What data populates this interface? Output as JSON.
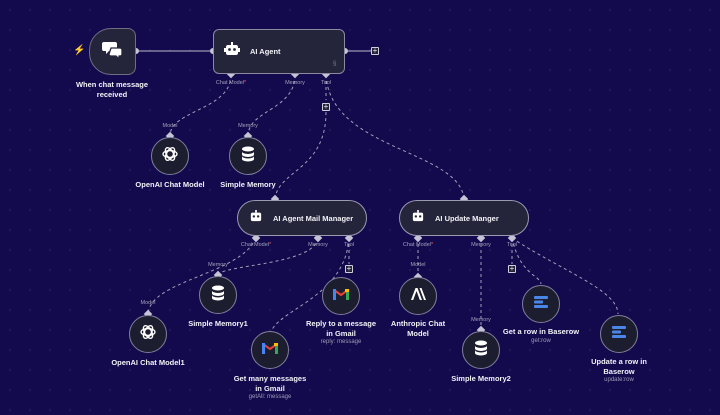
{
  "trigger": {
    "label": "When chat message\nreceived",
    "icon": "chat-bubbles-icon"
  },
  "ai_agent": {
    "title": "AI Agent",
    "badge": "§",
    "ports": {
      "model": "Chat Model",
      "memory": "Memory",
      "tool": "Tool"
    }
  },
  "sub_agents": {
    "mail_manager": {
      "title": "AI Agent Mail Manager",
      "ports": {
        "model": "Chat Model",
        "memory": "Memory",
        "tool": "Tool"
      }
    },
    "update_manager": {
      "title": "AI Update Manger",
      "ports": {
        "model": "Chat Model",
        "memory": "Memory",
        "tool": "Tool"
      }
    }
  },
  "sub_nodes": {
    "openai_model": {
      "label": "OpenAI Chat Model",
      "port": "Model",
      "icon": "openai-icon"
    },
    "simple_memory": {
      "label": "Simple Memory",
      "port": "Memory",
      "icon": "database-icon"
    },
    "openai_model1": {
      "label": "OpenAI Chat Model1",
      "port": "Model",
      "icon": "openai-icon"
    },
    "simple_memory1": {
      "label": "Simple Memory1",
      "port": "Memory",
      "icon": "database-icon"
    },
    "get_gmail": {
      "label": "Get many messages\nin Gmail",
      "sub": "getAll: message",
      "icon": "gmail-icon"
    },
    "reply_gmail": {
      "label": "Reply to a message\nin Gmail",
      "sub": "reply: message",
      "icon": "gmail-icon"
    },
    "anthropic_model": {
      "label": "Anthropic Chat\nModel",
      "port": "Model",
      "icon": "anthropic-icon"
    },
    "simple_memory2": {
      "label": "Simple Memory2",
      "port": "Memory",
      "icon": "database-icon"
    },
    "get_baserow": {
      "label": "Get a row in Baserow",
      "sub": "get:row",
      "icon": "baserow-icon"
    },
    "update_baserow": {
      "label": "Update a row in\nBaserow",
      "sub": "update:row",
      "icon": "baserow-icon"
    }
  },
  "colors": {
    "background": "#130a4e",
    "node": "#24243a",
    "required": "#ff5a5a",
    "gmail_red": "#ea4335",
    "baserow_blue": "#4a86e8"
  }
}
